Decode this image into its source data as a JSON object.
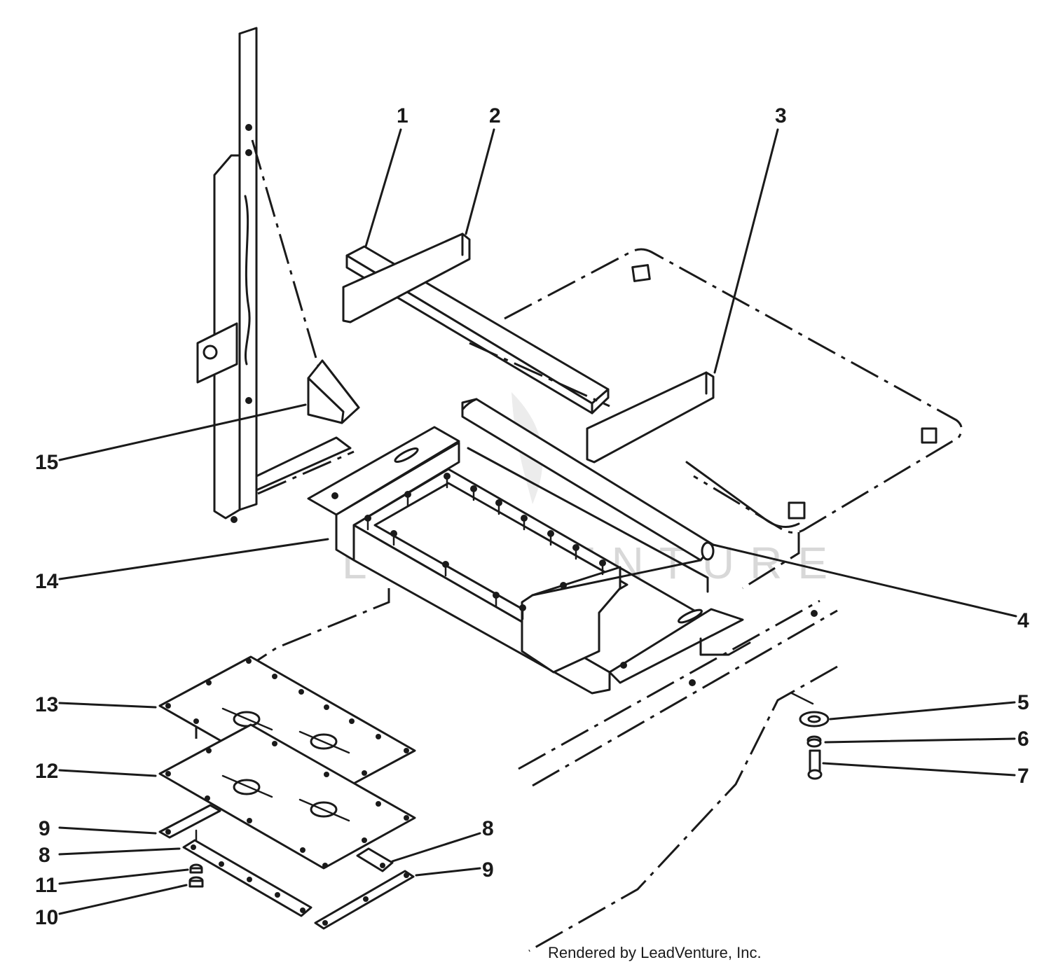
{
  "diagram": {
    "watermark": "LEADVENTURE",
    "credit": "Rendered by LeadVenture, Inc.",
    "callouts": [
      {
        "id": "c1",
        "label": "1"
      },
      {
        "id": "c2",
        "label": "2"
      },
      {
        "id": "c3",
        "label": "3"
      },
      {
        "id": "c4",
        "label": "4"
      },
      {
        "id": "c5",
        "label": "5"
      },
      {
        "id": "c6",
        "label": "6"
      },
      {
        "id": "c7",
        "label": "7"
      },
      {
        "id": "c8a",
        "label": "8"
      },
      {
        "id": "c8b",
        "label": "8"
      },
      {
        "id": "c9a",
        "label": "9"
      },
      {
        "id": "c9b",
        "label": "9"
      },
      {
        "id": "c10",
        "label": "10"
      },
      {
        "id": "c11",
        "label": "11"
      },
      {
        "id": "c12",
        "label": "12"
      },
      {
        "id": "c13",
        "label": "13"
      },
      {
        "id": "c14",
        "label": "14"
      },
      {
        "id": "c15",
        "label": "15"
      }
    ]
  }
}
